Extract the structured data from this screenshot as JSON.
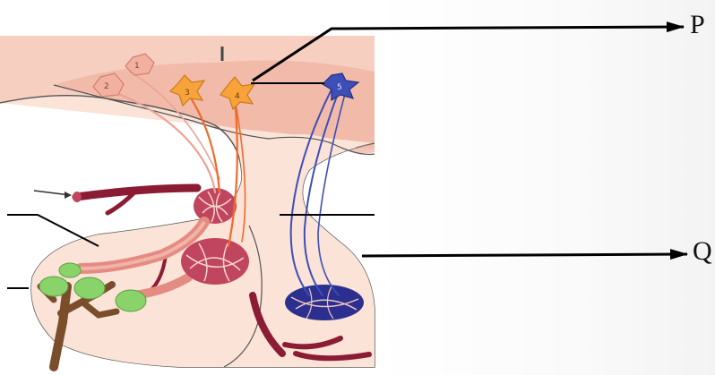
{
  "labels": {
    "p": "P",
    "q": "Q"
  },
  "neurons": [
    {
      "id": "neuron-1",
      "text": "1"
    },
    {
      "id": "neuron-2",
      "text": "2"
    },
    {
      "id": "neuron-3",
      "text": "3"
    },
    {
      "id": "neuron-4",
      "text": "4"
    },
    {
      "id": "neuron-5",
      "text": "5"
    }
  ],
  "colors": {
    "hypothalamus": "#f3b9a7",
    "tissue": "#fbe3d7",
    "outline": "#444444",
    "neuron_pink": "#e79d8d",
    "neuron_orange": "#f7a33a",
    "axon_orange": "#ef6b2b",
    "neuron_blue": "#3d4fb7",
    "vessel": "#8b1c34",
    "gland_green": "#8ad36b"
  }
}
